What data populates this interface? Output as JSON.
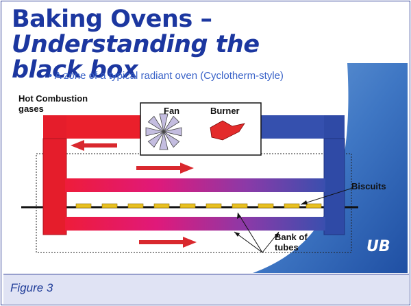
{
  "slide": {
    "title_plain": "Baking Ovens – ",
    "title_italic_1": "Understanding the",
    "title_italic_2": "black box",
    "bullet": "• A zone of a typical radiant oven (Cyclotherm-style)"
  },
  "diagram": {
    "labels": {
      "hot_gases_line1": "Hot Combustion",
      "hot_gases_line2": "gases",
      "fan": "Fan",
      "burner": "Burner",
      "biscuits": "Biscuits",
      "tubes_line1": "Bank of",
      "tubes_line2": "tubes"
    },
    "colors": {
      "hot": "#e8202a",
      "cool": "#2f4ea8",
      "arrow": "#d9282e",
      "biscuit": "#e8c020",
      "fan_blade": "#c4bde0",
      "burner_flame": "#e32b2b"
    }
  },
  "logo": {
    "text": "UB"
  },
  "caption": {
    "text": "Figure 3"
  }
}
